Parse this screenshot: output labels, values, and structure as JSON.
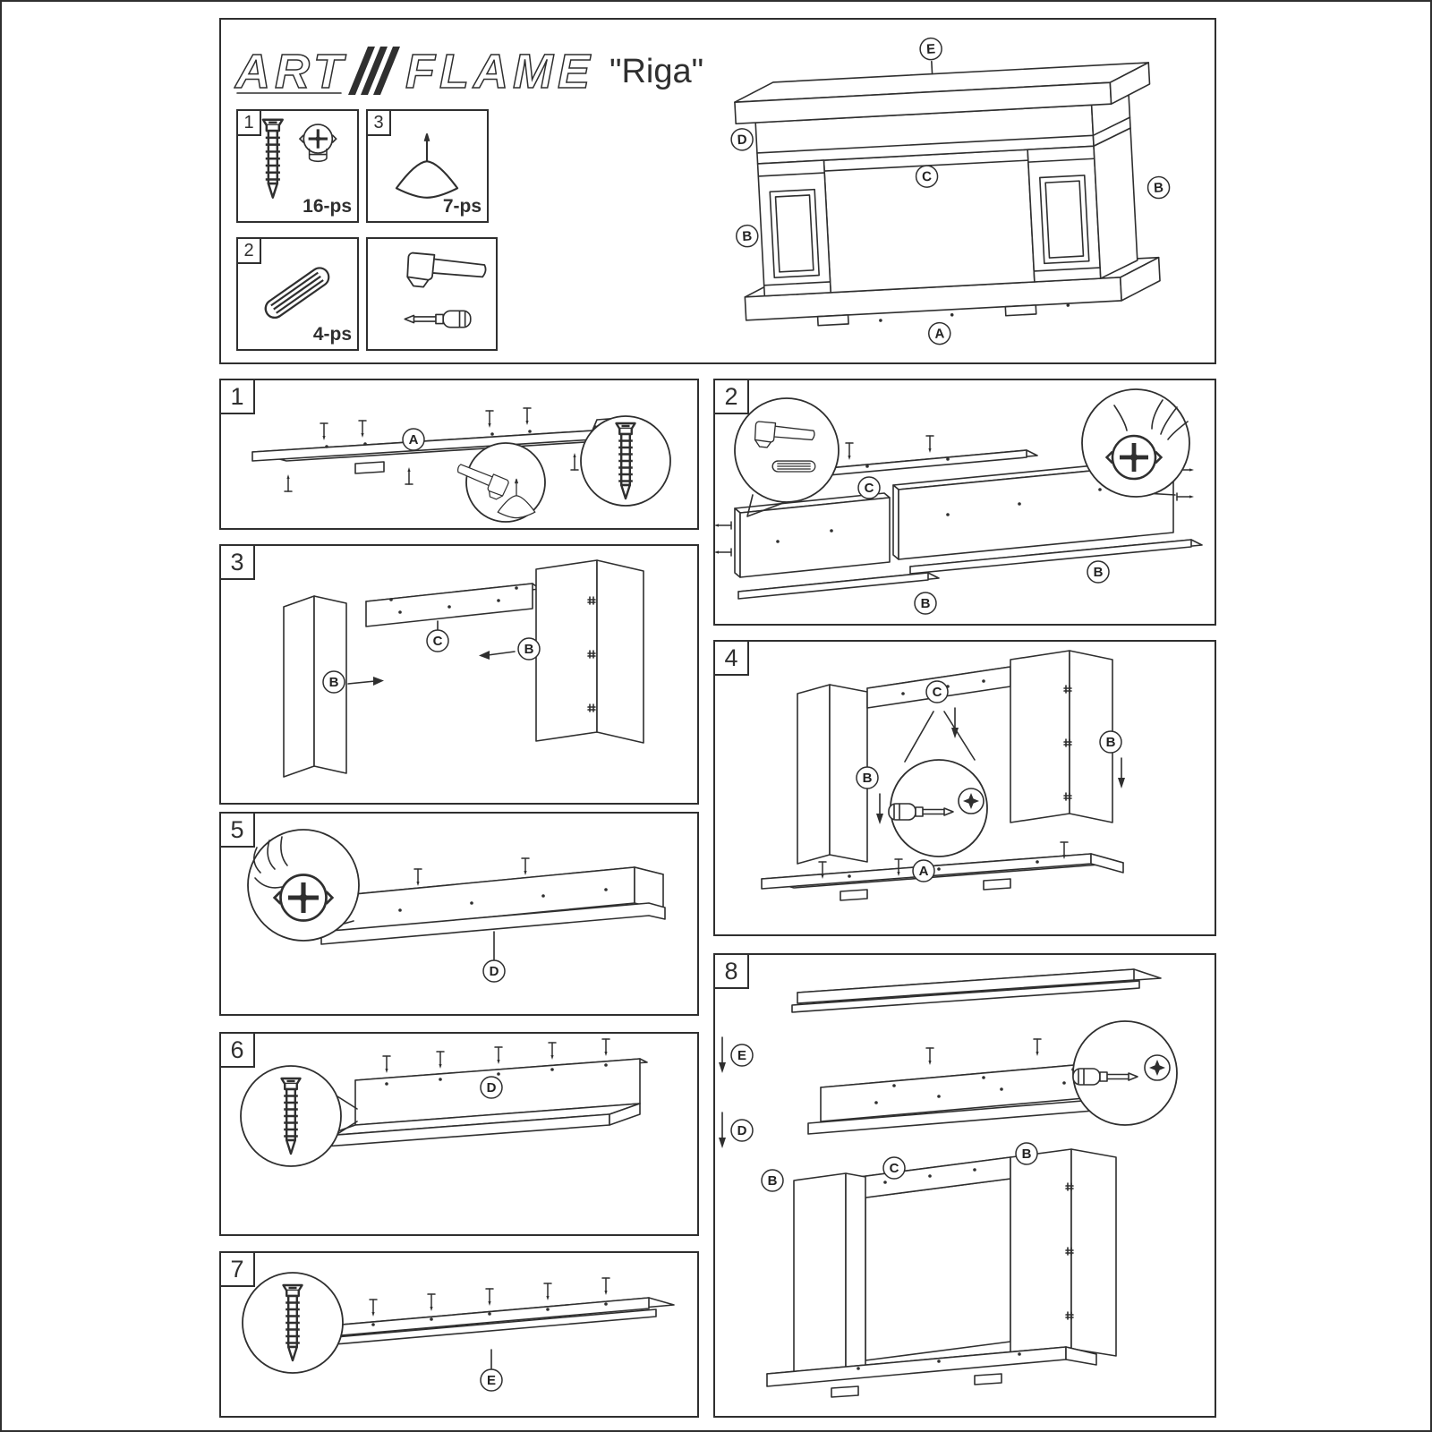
{
  "brand": {
    "word1": "ART",
    "word2": "FLAME",
    "model": "\"Riga\""
  },
  "labels": {
    "A": "A",
    "B": "B",
    "C": "C",
    "D": "D",
    "E": "E"
  },
  "parts": {
    "p1": {
      "num": "1",
      "qty": "16-ps",
      "icon": "cam-bolt-and-cam-lock-icon"
    },
    "p2": {
      "num": "2",
      "qty": "4-ps",
      "icon": "wooden-dowel-icon"
    },
    "p3": {
      "num": "3",
      "qty": "7-ps",
      "icon": "nail-glide-icon"
    }
  },
  "tools": {
    "icons": "hammer-icon, screwdriver-icon"
  },
  "steps": {
    "s1": "1",
    "s2": "2",
    "s3": "3",
    "s4": "4",
    "s5": "5",
    "s6": "6",
    "s7": "7",
    "s8": "8"
  }
}
